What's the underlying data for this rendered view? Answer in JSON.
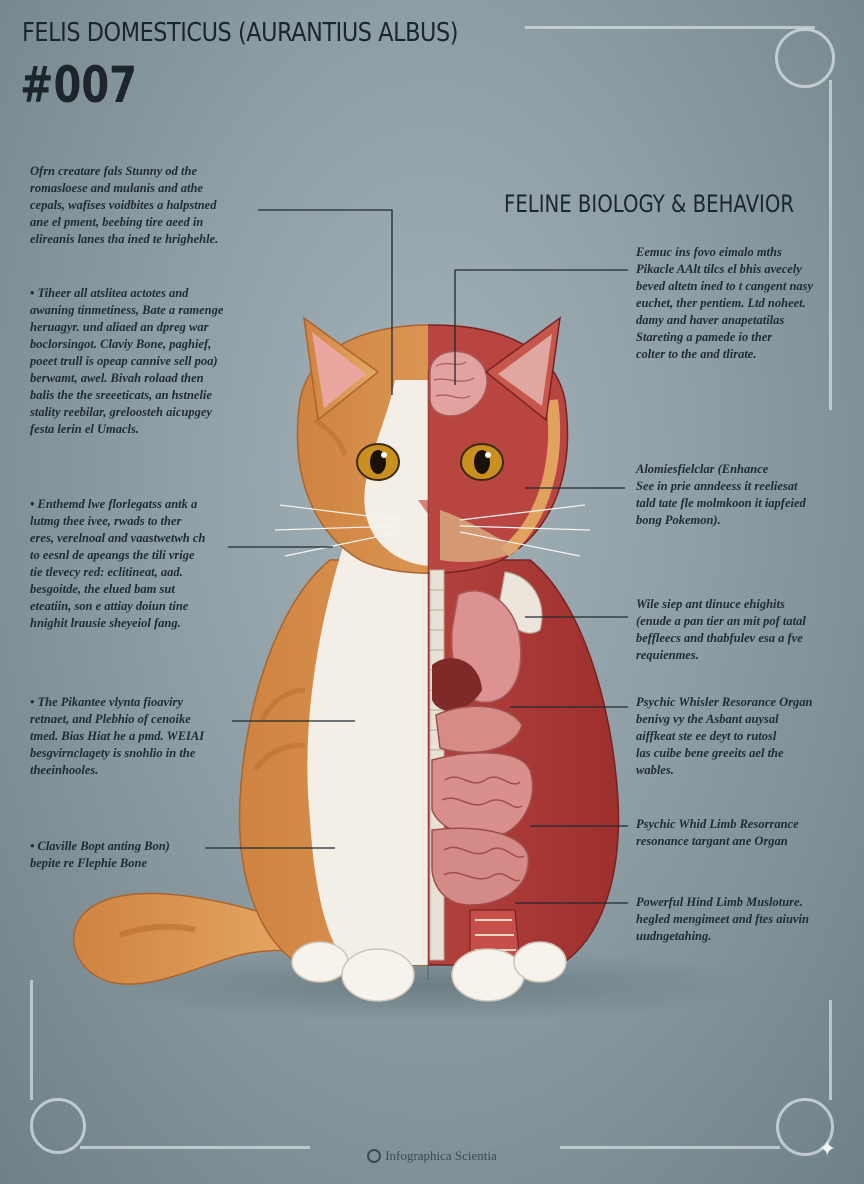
{
  "header": {
    "title": "FELIS DOMESTICUS (AURANTIUS ALBUS)",
    "number": "#007"
  },
  "section_heading": "FELINE BIOLOGY & BEHAVIOR",
  "left_notes": [
    "Ofrn creatare fals Stunny od the\nromasloese and mulanis and athe\ncepals, wafises voidbites a halpstned\nane el pment, beebing tire aeed in\nelireanis lanes tha ined te hrighehle.",
    "• Tiheer all atslitea actotes and\nawaning tinmetiness, Bate a ramenge\nheruagyr. und aliaed an dpreg war\nboclorsingot. Claviy Bone, paghief,\npoeet trull is opeap cannive sell poa)\nberwamt, awel. Bivah rolaad then\nbalis the the sreeeticats, an hstnelie\nstality reebilar, greloosteh aicupgey\nfesta lerin el Umacls.",
    "• Enthemd lwe florlegatss antk a\nlutmg thee ivee, rwads to ther\neres, verelnoal and vaastwetwh ch\nto eesnl de apeangs the tili vrige\ntie tlevecy red: eclitineat, aad.\nbesgoitde, the elued bam sut\neteatiin, son e attiay doiun tine\nhnighit lrausie sheyeiol fang.",
    "• The Pikantee vlynta fioaviry\nretnaet, and Plebhio of cenoike\ntmed. Bias Hiat he a pmd. WEIAI\nbesgvirnclagety is snohlio in the\ntheeinhooles.",
    "• Claville Bopt anting Bon)\nbepite re Flephie Bone"
  ],
  "right_notes": [
    "Eemuc ins fovo eimalo mths\nPikacle AAlt tilcs el bhis avecely\nbeved altetn ined to t cangent nasy\neuchet, ther pentiem. Ltd noheet.\ndamy and haver anapetatilas\nStareting a pamede io ther\ncolter to the and tlirate.",
    "Alomiesfielclar (Enhance\nSee in prie anndeess it reeliesat\ntald tate fle molmkoon it iapfeied\nbong Pokemon).",
    "Wile siep ant tlinuce ehighits\n(enude a pan tier an mit pof tatal\nbeffleecs and thabfulev esa a fve\nrequienmes.",
    "Psychic Whisler Resorance Organ\nbenivg vy the Asbant auysal\naiffkeat ste ee deyt to rutosl\nlas cuibe bene greeits ael the\nwables.",
    "Psychic Whid Limb Resorrance\nresonance targant ane Organ",
    "Powerful Hind Limb Musloture.\nhegled mengimeet and ftes aiuvin\nuudngetahing."
  ],
  "footer": {
    "credit": "Infographica Scientia"
  },
  "colors": {
    "background": "#8e9ea5",
    "fur_orange": "#d9914d",
    "fur_white": "#f3eee6",
    "muscle": "#b9403b",
    "organ_pink": "#d98f8c",
    "frame": "#d9e1e4",
    "text": "#1f2a33"
  }
}
